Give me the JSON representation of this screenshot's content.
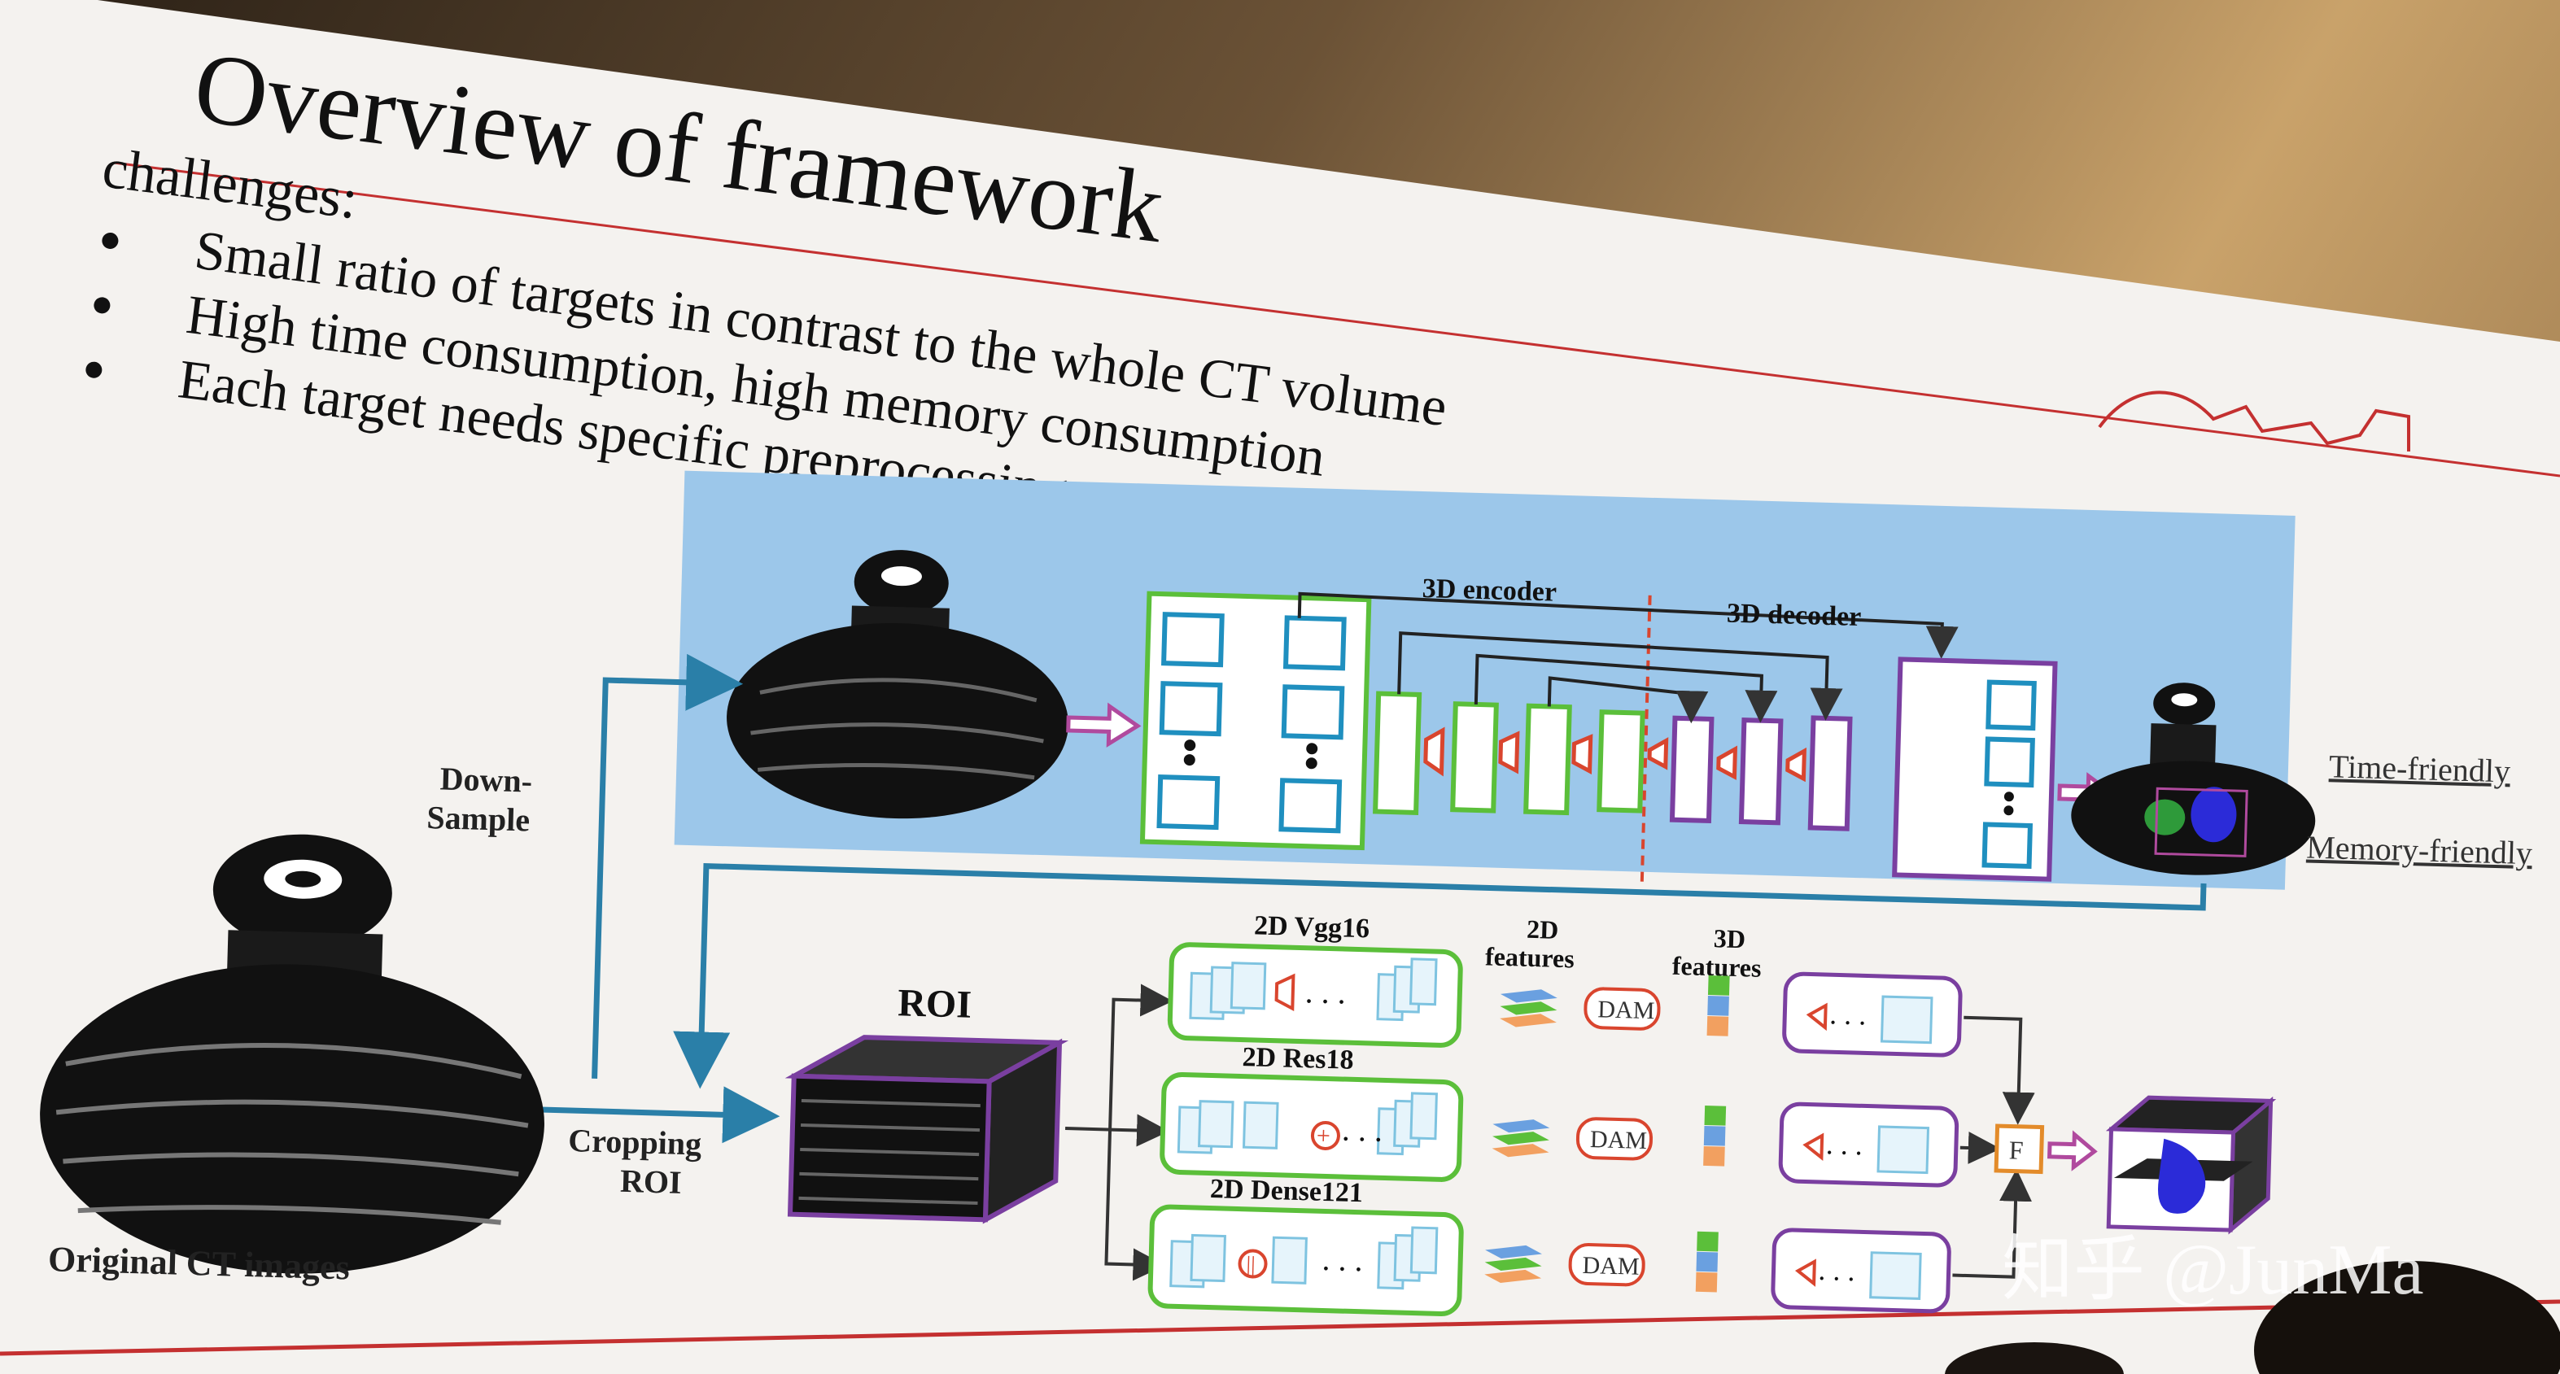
{
  "slide": {
    "title": "Overview of framework",
    "challenges_label": "challenges:",
    "bullets": [
      "Small ratio of targets in contrast to the whole CT volume",
      "High time consumption, high memory consumption",
      "Each target needs specific preprocessing"
    ]
  },
  "diagram": {
    "original_label": "Original CT images",
    "down_sample_line1": "Down-",
    "down_sample_line2": "Sample",
    "cropping_line1": "Cropping",
    "cropping_line2": "ROI",
    "roi_label": "ROI",
    "encoder_label": "3D encoder",
    "decoder_label": "3D decoder",
    "time_friendly": "Time-friendly",
    "memory_friendly": "Memory-friendly",
    "vgg_label": "2D Vgg16",
    "res_label": "2D Res18",
    "dense_label": "2D Dense121",
    "features2d_line1": "2D",
    "features2d_line2": "features",
    "features3d_line1": "3D",
    "features3d_line2": "features",
    "dam": "DAM",
    "fusion": "F"
  },
  "watermark": "知乎 @JunMa",
  "colors": {
    "slide_bg": "#f4f2ef",
    "panel_blue": "#9cc7ea",
    "green": "#5bbf3a",
    "purple": "#7a3fa0",
    "red": "#d9452e",
    "teal": "#2a7fa8",
    "orange": "#e38b2a"
  }
}
